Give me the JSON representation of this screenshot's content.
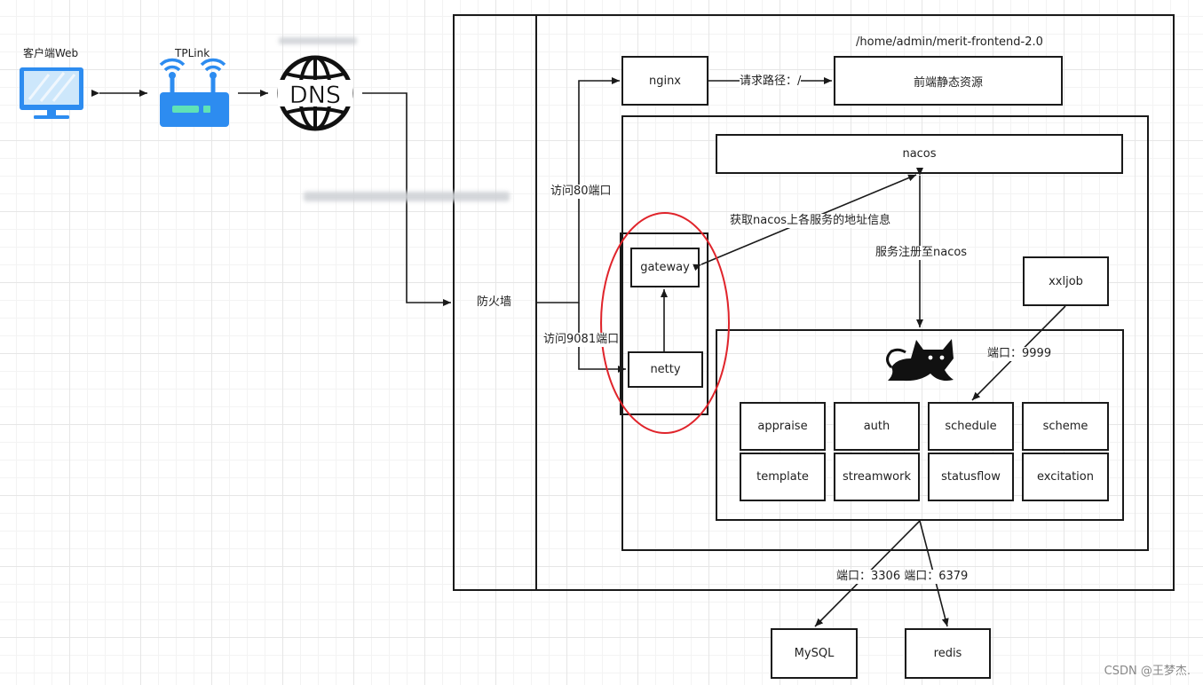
{
  "external": {
    "client_label": "客户端Web",
    "router_label": "TPLink"
  },
  "firewall_label": "防火墙",
  "port_access": {
    "port80": "访问80端口",
    "port9081": "访问9081端口"
  },
  "nginx": {
    "label": "nginx",
    "route_label": "请求路径：/",
    "path_label": "/home/admin/merit-frontend-2.0",
    "static_label": "前端静态资源"
  },
  "nacos": {
    "label": "nacos",
    "fetch_label": "获取nacos上各服务的地址信息",
    "register_label": "服务注册至nacos"
  },
  "gateway_label": "gateway",
  "netty_label": "netty",
  "xxljob": {
    "label": "xxljob",
    "port_label": "端口：9999"
  },
  "services": [
    "appraise",
    "auth",
    "schedule",
    "scheme",
    "template",
    "streamwork",
    "statusflow",
    "excitation"
  ],
  "databases": {
    "ports_label": "端口：3306 端口：6379",
    "mysql_label": "MySQL",
    "redis_label": "redis"
  },
  "watermark": "CSDN @王梦杰."
}
